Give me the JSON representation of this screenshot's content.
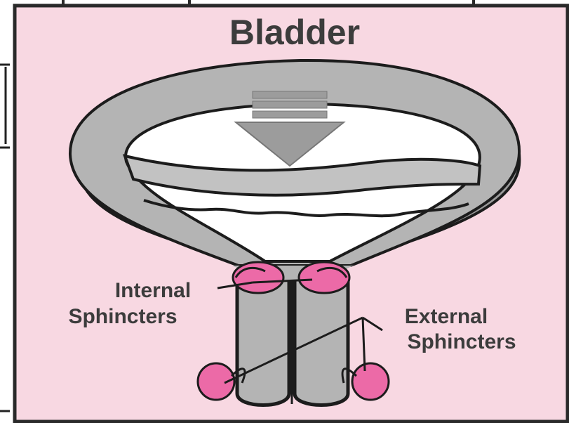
{
  "diagram": {
    "title": "Bladder",
    "labels": {
      "internal_line1": "Internal",
      "internal_line2": "Sphincters",
      "external_line1": "External",
      "external_line2": "Sphincters"
    },
    "colors": {
      "panel_background": "#f8d8e2",
      "bladder_wall": "#b4b4b4",
      "bladder_wall_shadow": "#9a9a9a",
      "sphincter_pink": "#ec6aa7",
      "arrow_gray": "#9c9c9c",
      "urine_line": "#c2c2c2",
      "outline": "#1c1c1c",
      "interior": "#ffffff"
    },
    "icons": {
      "pressure_arrow": "down-arrow-icon"
    }
  }
}
